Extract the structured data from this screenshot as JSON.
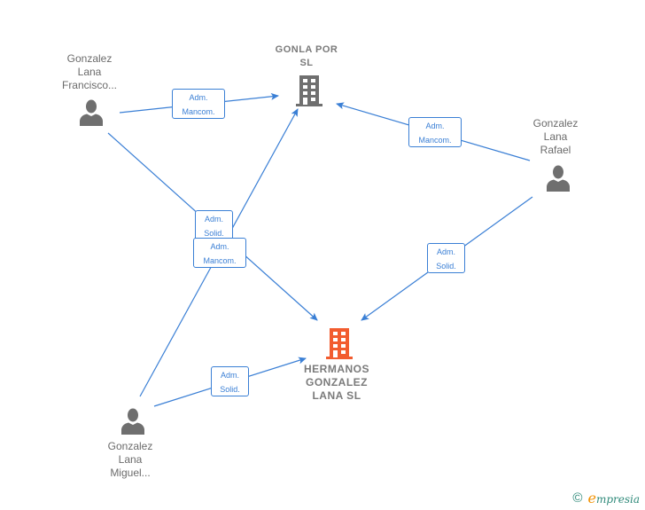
{
  "colors": {
    "edge": "#3a7fd5",
    "person_icon": "#6f6f6f",
    "company_icon": "#6f6f6f",
    "main_company_icon": "#f25c2f",
    "label_text": "#6b6b6b"
  },
  "nodes": {
    "francisco": {
      "type": "person",
      "label": "Gonzalez\nLana\nFrancisco..."
    },
    "rafael": {
      "type": "person",
      "label": "Gonzalez\nLana\nRafael"
    },
    "miguel": {
      "type": "person",
      "label": "Gonzalez\nLana\nMiguel..."
    },
    "gonla": {
      "type": "company",
      "label": "GONLA POR\nSL"
    },
    "hermanos": {
      "type": "company-main",
      "label": "HERMANOS\nGONZALEZ\nLANA  SL"
    }
  },
  "edges": [
    {
      "from": "francisco",
      "to": "gonla",
      "label": "Adm.\nMancom."
    },
    {
      "from": "rafael",
      "to": "gonla",
      "label": "Adm.\nMancom."
    },
    {
      "from": "francisco",
      "to": "hermanos",
      "label": "Adm.\nSolid."
    },
    {
      "from": "miguel",
      "to": "gonla",
      "label": "Adm.\nMancom."
    },
    {
      "from": "rafael",
      "to": "hermanos",
      "label": "Adm.\nSolid."
    },
    {
      "from": "miguel",
      "to": "hermanos",
      "label": "Adm.\nSolid."
    }
  ],
  "footer": {
    "copyright_symbol": "©",
    "brand_first": "e",
    "brand_rest": "mpresia"
  }
}
